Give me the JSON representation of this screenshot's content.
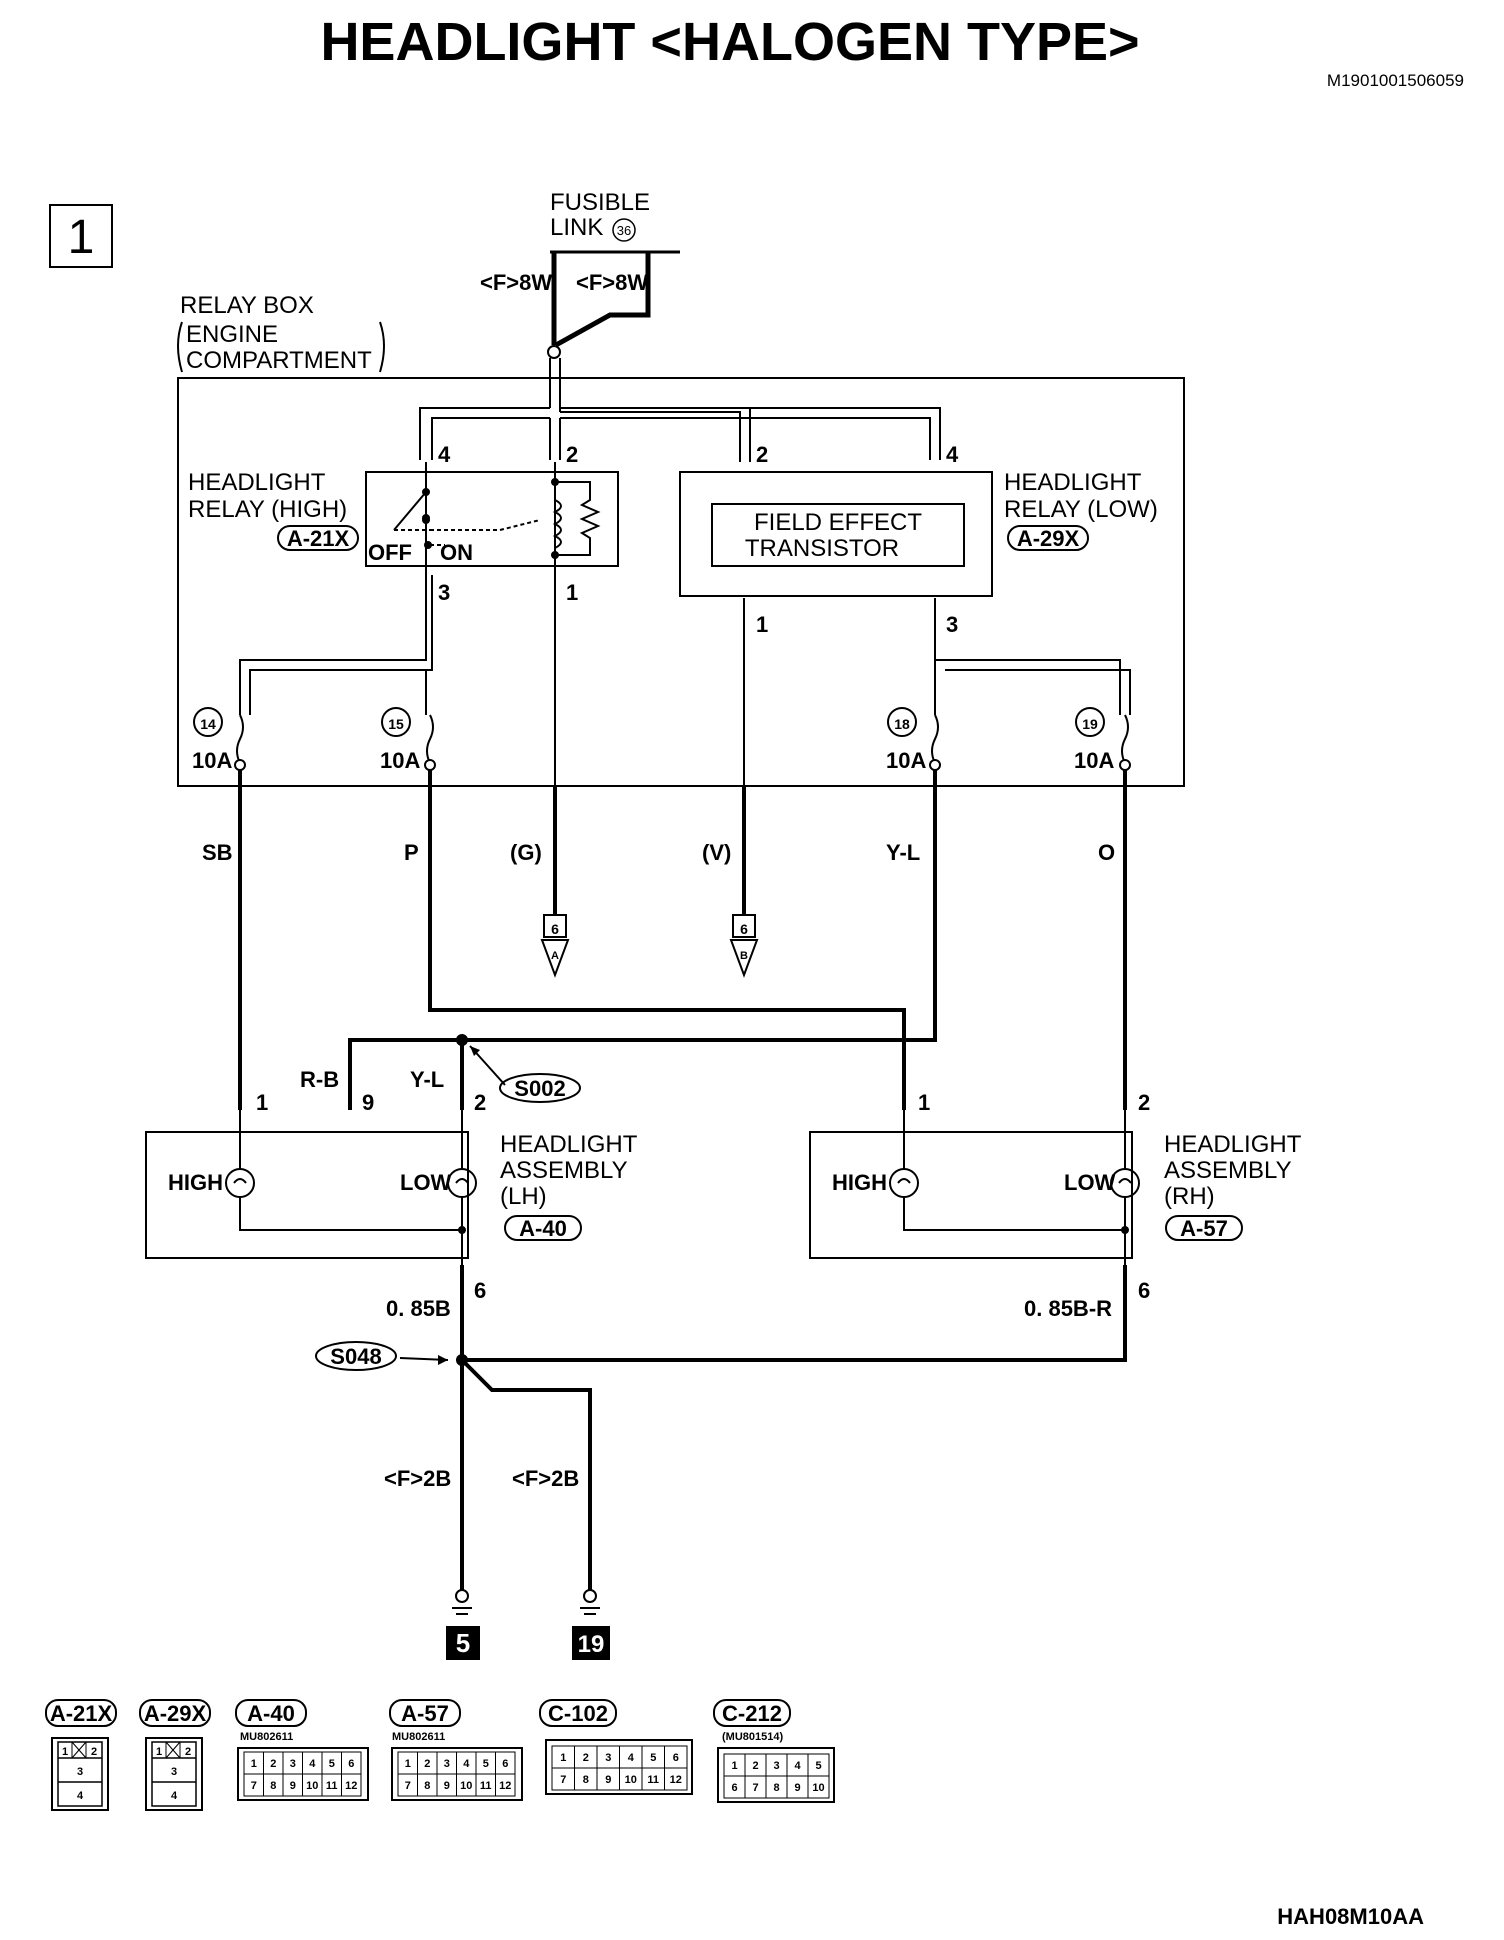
{
  "title": "HEADLIGHT <HALOGEN TYPE>",
  "doc_code": "M1901001506059",
  "figure_code": "HAH08M10AA",
  "section_number": "1",
  "fusible_link": {
    "line1": "FUSIBLE",
    "line2": "LINK",
    "number": "36"
  },
  "feed_wires": [
    "<F>8W",
    "<F>8W"
  ],
  "relay_box": {
    "line1": "RELAY BOX",
    "line2": "ENGINE",
    "line3": "COMPARTMENT"
  },
  "relay_high": {
    "line1": "HEADLIGHT",
    "line2": "RELAY (HIGH)",
    "connector": "A-21X",
    "off": "OFF",
    "on": "ON",
    "pins": {
      "top_left": "4",
      "top_right": "2",
      "bottom_left": "3",
      "bottom_right": "1"
    }
  },
  "relay_low": {
    "line1": "HEADLIGHT",
    "line2": "RELAY (LOW)",
    "connector": "A-29X",
    "inner_line1": "FIELD EFFECT",
    "inner_line2": "TRANSISTOR",
    "pins": {
      "top_left": "2",
      "top_right": "4",
      "bottom_left": "1",
      "bottom_right": "3"
    }
  },
  "fuses": [
    {
      "number": "14",
      "rating": "10A"
    },
    {
      "number": "15",
      "rating": "10A"
    },
    {
      "number": "18",
      "rating": "10A"
    },
    {
      "number": "19",
      "rating": "10A"
    }
  ],
  "wire_colors": {
    "sb": "SB",
    "p": "P",
    "g": "(G)",
    "v": "(V)",
    "yl": "Y-L",
    "o": "O",
    "rb": "R-B",
    "yl2": "Y-L"
  },
  "refs": [
    {
      "page": "6",
      "letter": "A"
    },
    {
      "page": "6",
      "letter": "B"
    }
  ],
  "splices": {
    "s002": "S002",
    "s048": "S048"
  },
  "headlight_lh": {
    "line1": "HEADLIGHT",
    "line2": "ASSEMBLY",
    "line3": "(LH)",
    "connector": "A-40",
    "high": "HIGH",
    "low": "LOW",
    "pins": {
      "high": "1",
      "mid": "9",
      "low": "2",
      "ground": "6"
    }
  },
  "headlight_rh": {
    "line1": "HEADLIGHT",
    "line2": "ASSEMBLY",
    "line3": "(RH)",
    "connector": "A-57",
    "high": "HIGH",
    "low": "LOW",
    "pins": {
      "high": "1",
      "low": "2",
      "ground": "6"
    }
  },
  "ground_wires": {
    "lh": "0. 85B",
    "rh": "0. 85B-R",
    "g1": "<F>2B",
    "g2": "<F>2B"
  },
  "grounds": [
    "5",
    "19"
  ],
  "connectors": [
    {
      "id": "A-21X",
      "part": "",
      "cells": [
        "1",
        "2",
        "3",
        "4"
      ]
    },
    {
      "id": "A-29X",
      "part": "",
      "cells": [
        "1",
        "2",
        "3",
        "4"
      ]
    },
    {
      "id": "A-40",
      "part": "MU802611",
      "cells": [
        "1",
        "2",
        "3",
        "4",
        "5",
        "6",
        "7",
        "8",
        "9",
        "10",
        "11",
        "12"
      ]
    },
    {
      "id": "A-57",
      "part": "MU802611",
      "cells": [
        "1",
        "2",
        "3",
        "4",
        "5",
        "6",
        "7",
        "8",
        "9",
        "10",
        "11",
        "12"
      ]
    },
    {
      "id": "C-102",
      "part": "",
      "cells": [
        "1",
        "2",
        "3",
        "4",
        "5",
        "6",
        "7",
        "8",
        "9",
        "10",
        "11",
        "12"
      ]
    },
    {
      "id": "C-212",
      "part": "(MU801514)",
      "cells": [
        "1",
        "2",
        "3",
        "4",
        "5",
        "6",
        "7",
        "8",
        "9",
        "10"
      ]
    }
  ]
}
